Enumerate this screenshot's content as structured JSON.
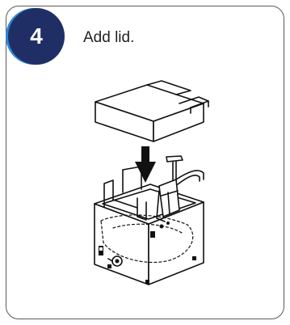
{
  "step": {
    "number": "4",
    "instruction": "Add lid."
  },
  "colors": {
    "badge_fill": "#1f2f66",
    "badge_ring": "#2f86d8",
    "border": "#5a5a5a",
    "line_art": "#111111"
  },
  "illustration": {
    "subject": "warmer-unit-with-lid",
    "icon_names": [
      "lid-icon",
      "down-arrow-icon",
      "pump-icon",
      "warmer-body-icon"
    ]
  }
}
